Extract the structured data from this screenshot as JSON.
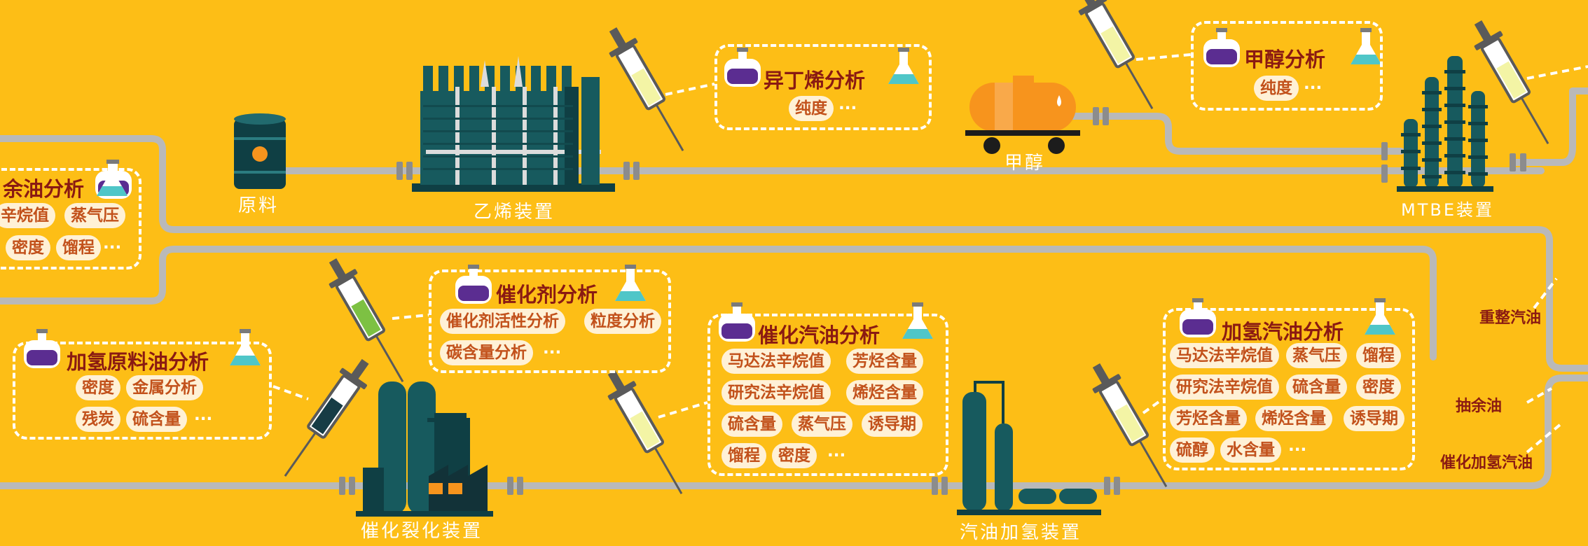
{
  "colors": {
    "background": "#FDBE16",
    "pipe": "#B9B9B9",
    "equipment": "#175A5E",
    "equipment_dark": "#0F3F44",
    "tank": "#F7941D",
    "purple_liquid": "#5B2D91",
    "teal_liquid": "#4FC6C8",
    "title_text": "#8A1A12",
    "pill_text": "#C2511B",
    "pill_bg": "#FFF1D6"
  },
  "units": [
    {
      "id": "feedstock",
      "label": "原料",
      "icon": "oil-barrel-icon"
    },
    {
      "id": "ethylene",
      "label": "乙烯装置",
      "icon": "ethylene-plant-icon"
    },
    {
      "id": "methanol",
      "label": "甲醇",
      "icon": "tank-car-icon"
    },
    {
      "id": "mtbe",
      "label": "MTBE装置",
      "icon": "distillation-columns-icon"
    },
    {
      "id": "fcc",
      "label": "催化裂化装置",
      "icon": "cracking-unit-icon"
    },
    {
      "id": "hydro",
      "label": "汽油加氢装置",
      "icon": "hydrogenation-unit-icon"
    }
  ],
  "side_labels": [
    "重整汽油",
    "抽余油",
    "催化加氢汽油"
  ],
  "analyses": [
    {
      "id": "raffinate",
      "title": "余油分析",
      "rows": [
        [
          "辛烷值",
          "蒸气压"
        ],
        [
          "密度",
          "馏程",
          "···"
        ]
      ]
    },
    {
      "id": "isobutylene",
      "title": "异丁烯分析",
      "rows": [
        [
          "纯度",
          "···"
        ]
      ]
    },
    {
      "id": "methanol",
      "title": "甲醇分析",
      "rows": [
        [
          "纯度",
          "···"
        ]
      ]
    },
    {
      "id": "catalyst",
      "title": "催化剂分析",
      "rows": [
        [
          "催化剂活性分析",
          "粒度分析"
        ],
        [
          "碳含量分析",
          "···"
        ]
      ]
    },
    {
      "id": "hydro_feed",
      "title": "加氢原料油分析",
      "rows": [
        [
          "密度",
          "金属分析"
        ],
        [
          "残炭",
          "硫含量",
          "···"
        ]
      ]
    },
    {
      "id": "fcc_gasoline",
      "title": "催化汽油分析",
      "rows": [
        [
          "马达法辛烷值",
          "芳烃含量"
        ],
        [
          "研究法辛烷值",
          "烯烃含量"
        ],
        [
          "硫含量",
          "蒸气压",
          "诱导期"
        ],
        [
          "馏程",
          "密度",
          "···"
        ]
      ]
    },
    {
      "id": "hydro_gasoline",
      "title": "加氢汽油分析",
      "rows": [
        [
          "马达法辛烷值",
          "蒸气压",
          "馏程"
        ],
        [
          "研究法辛烷值",
          "硫含量",
          "密度"
        ],
        [
          "芳烃含量",
          "烯烃含量",
          "诱导期"
        ],
        [
          "硫醇",
          "水含量",
          "···"
        ]
      ]
    }
  ]
}
